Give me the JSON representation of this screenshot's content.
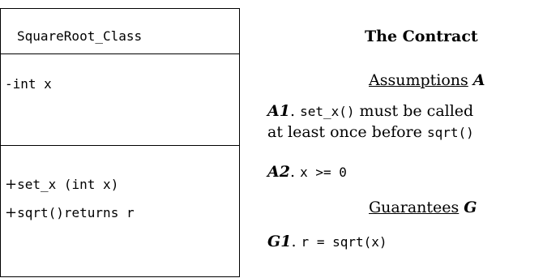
{
  "uml_class": {
    "name": "SquareRoot_Class",
    "attributes": [
      "-int x"
    ],
    "operations": [
      {
        "visibility": "+",
        "signature": "set_x (int x)"
      },
      {
        "visibility": "+",
        "signature": "sqrt()returns r"
      }
    ]
  },
  "contract": {
    "title": "The Contract",
    "assumptions": {
      "heading": "Assumptions",
      "symbol": "A",
      "items": [
        {
          "label": "A1",
          "sep": ".",
          "code1": "set_x()",
          "text1": "must be called",
          "text2": "at least once before",
          "code2": "sqrt()"
        },
        {
          "label": "A2",
          "sep": ".",
          "code1": "x >= 0"
        }
      ]
    },
    "guarantees": {
      "heading": "Guarantees",
      "symbol": "G",
      "items": [
        {
          "label": "G1",
          "sep": ".",
          "code1": "r = sqrt(x)"
        }
      ]
    }
  }
}
